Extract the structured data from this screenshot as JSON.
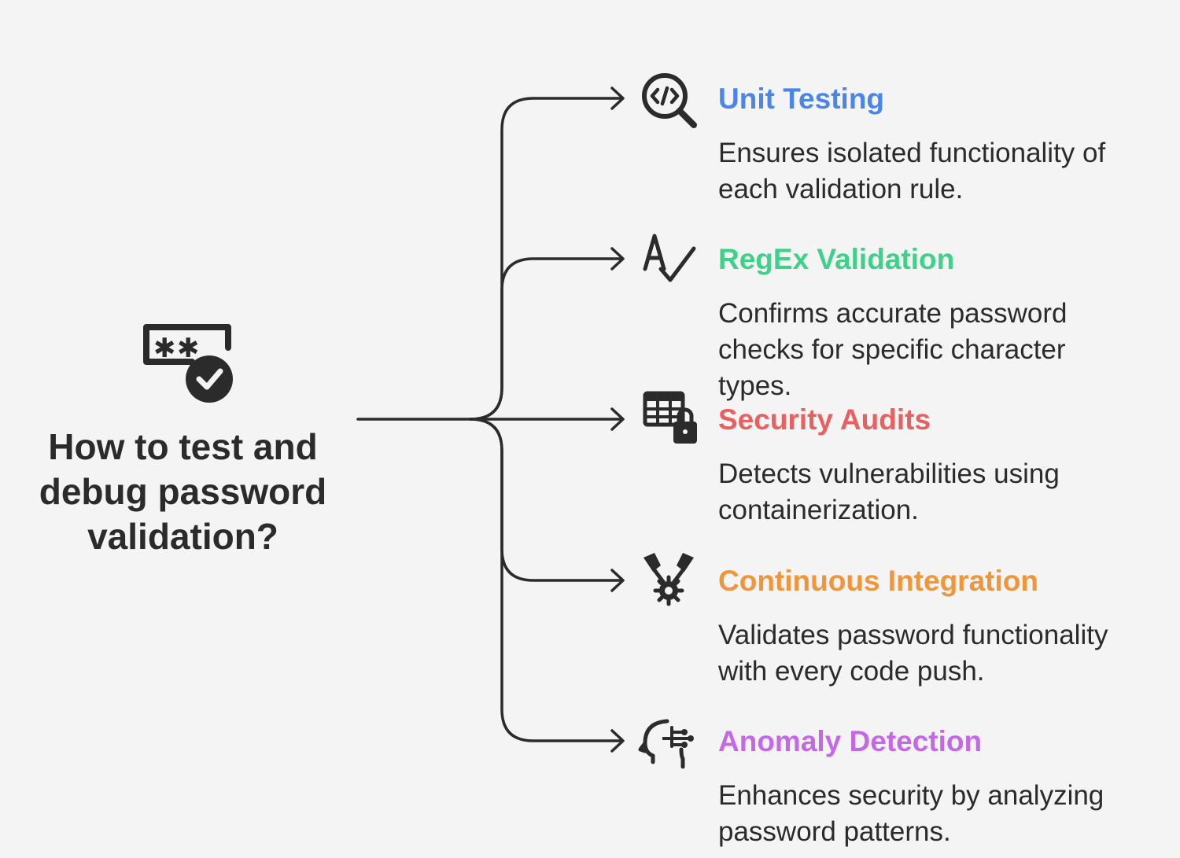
{
  "root": {
    "title": "How to test and debug password validation?",
    "icon": "password-check-icon"
  },
  "colors": {
    "background": "#f4f4f4",
    "line": "#2b2b2b",
    "text": "#2b2b2b"
  },
  "branches": [
    {
      "title": "Unit Testing",
      "description": "Ensures isolated functionality of each validation rule.",
      "color": "#4a86e8",
      "icon": "code-search-icon"
    },
    {
      "title": "RegEx Validation",
      "description": "Confirms accurate password checks for specific character types.",
      "color": "#3fd089",
      "icon": "spell-check-icon"
    },
    {
      "title": "Security Audits",
      "description": "Detects vulnerabilities using containerization.",
      "color": "#e86060",
      "icon": "table-lock-icon"
    },
    {
      "title": "Continuous Integration",
      "description": "Validates password functionality with every code push.",
      "color": "#f0953a",
      "icon": "pipeline-gear-icon"
    },
    {
      "title": "Anomaly Detection",
      "description": "Enhances security by analyzing password patterns.",
      "color": "#c468e8",
      "icon": "ai-head-icon"
    }
  ]
}
